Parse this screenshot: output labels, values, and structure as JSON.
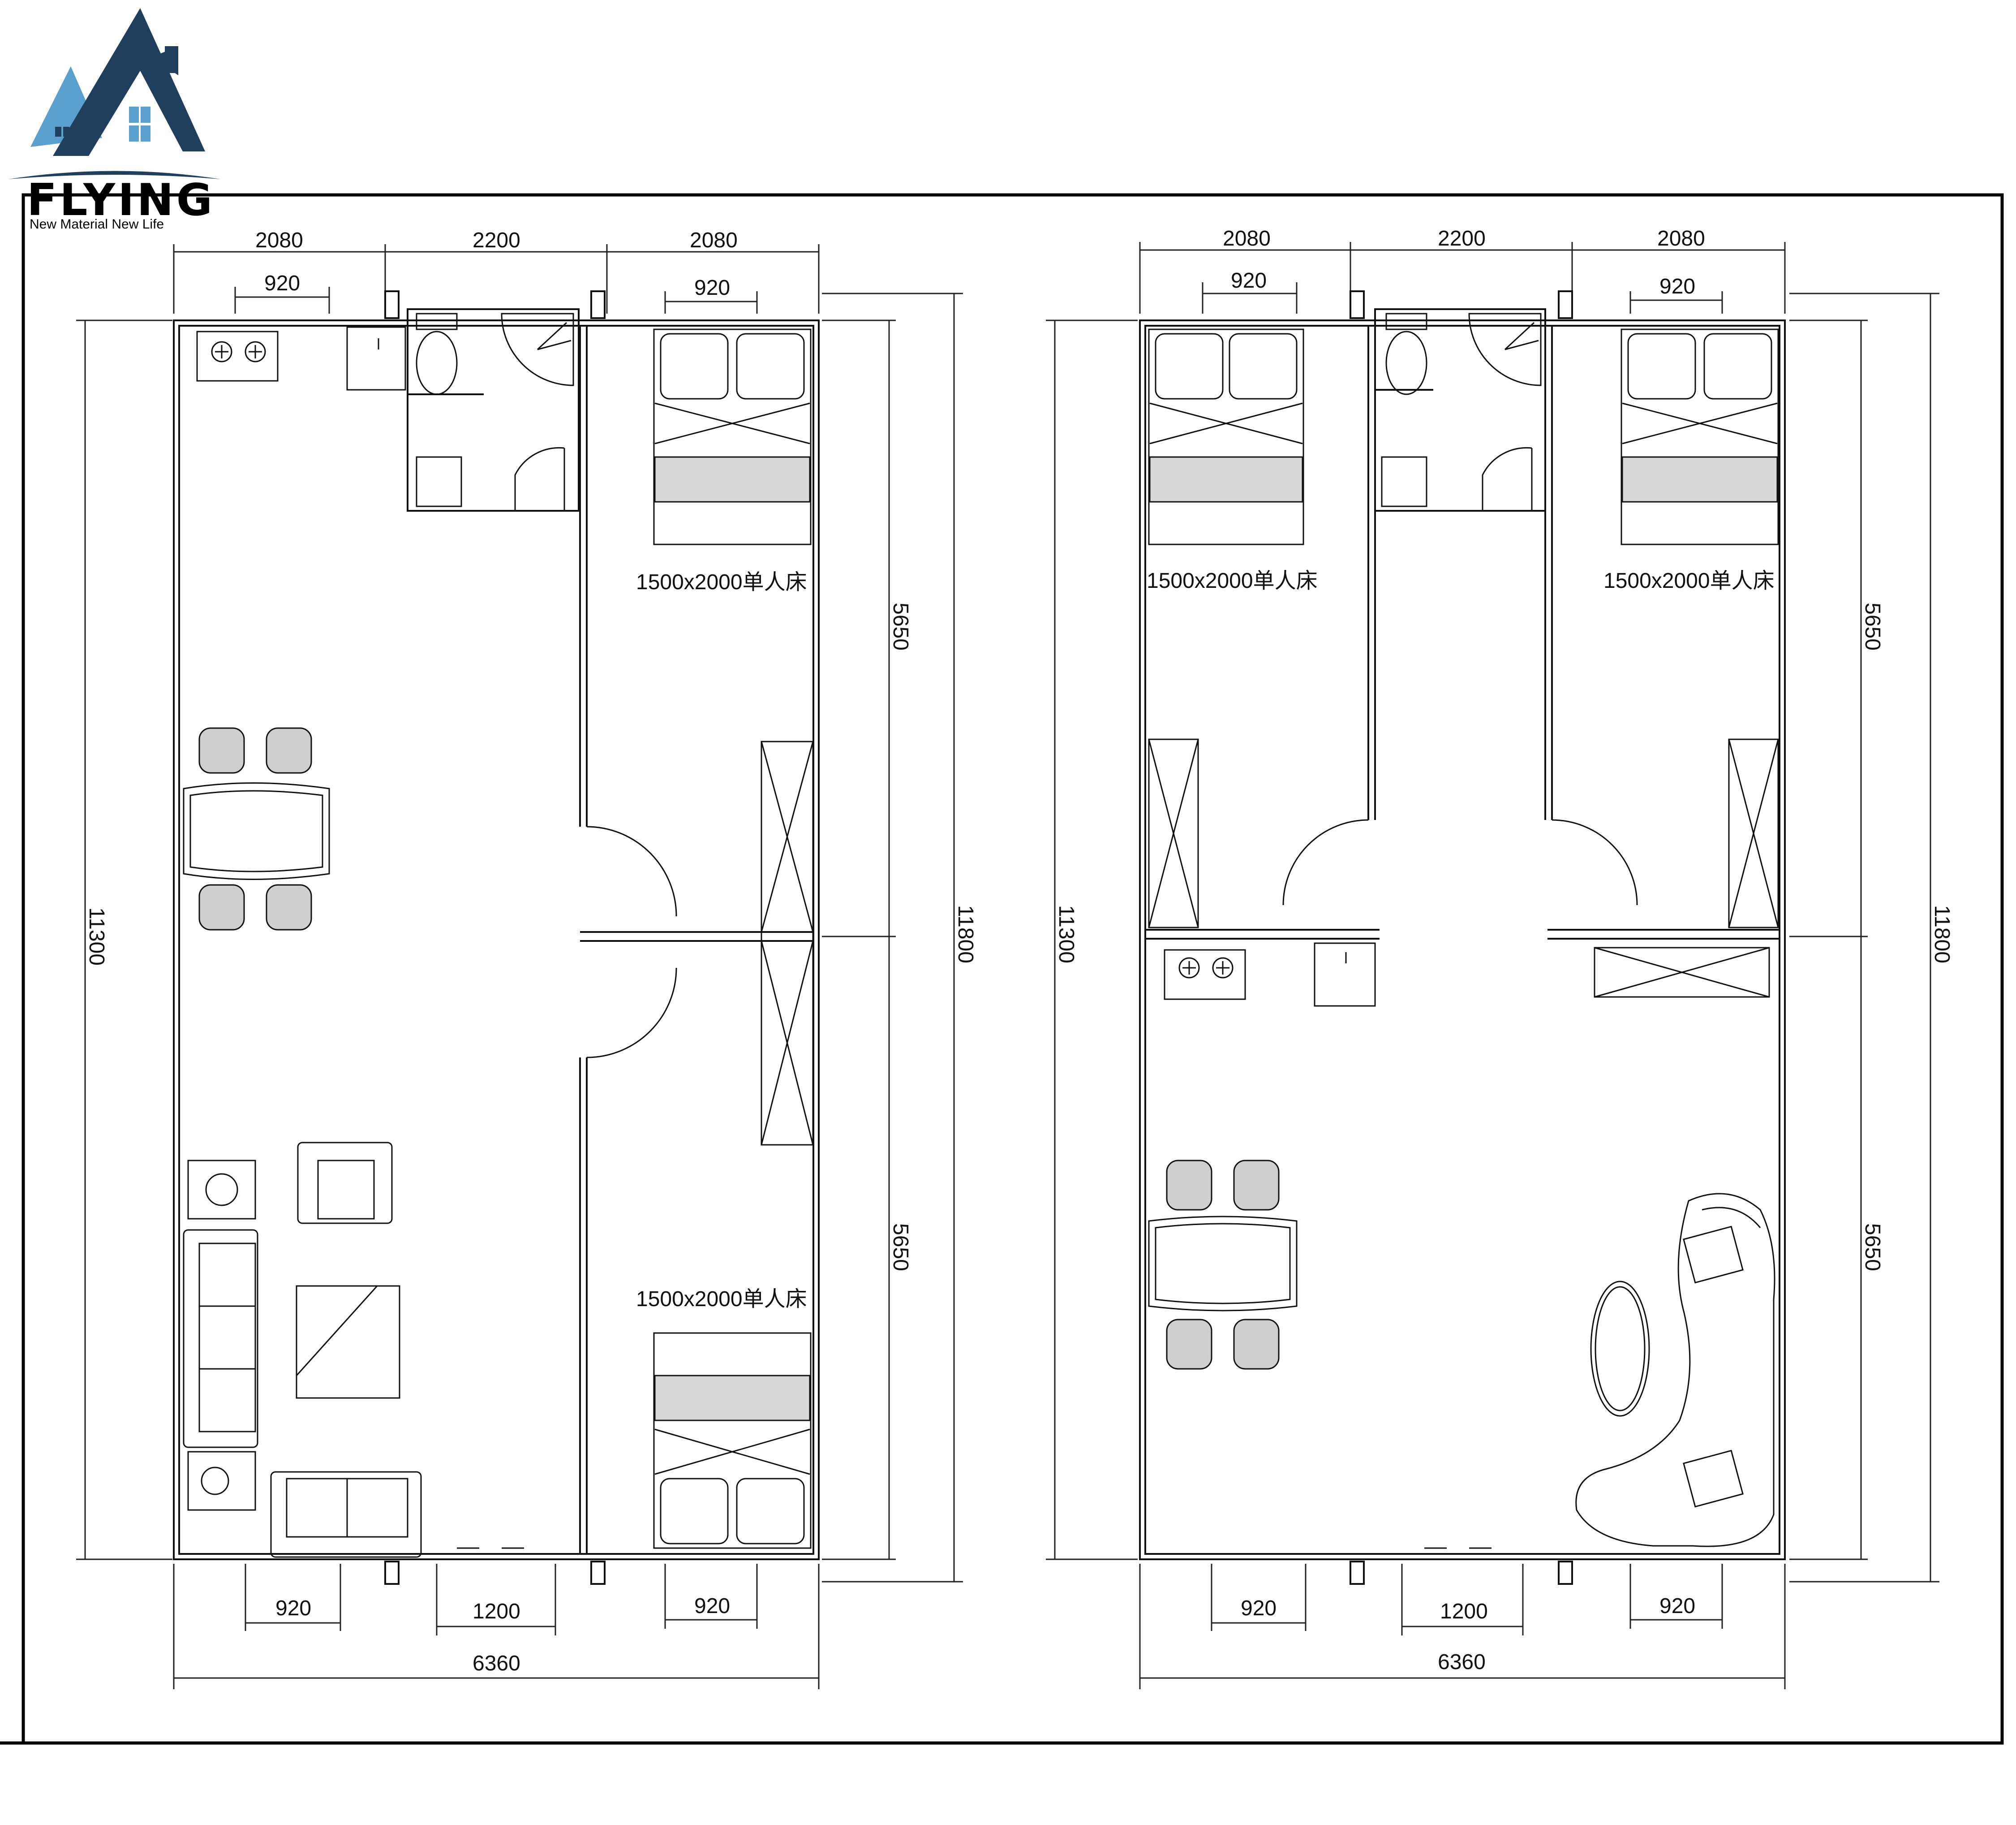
{
  "brand": {
    "name": "FLYING",
    "tagline": "New Material New Life",
    "colors": {
      "roof_dark": "#1f3f5c",
      "roof_light": "#5aa0cf",
      "text": "#000000"
    }
  },
  "plans": [
    {
      "id": "left",
      "dims": {
        "top_segments": [
          "2080",
          "2200",
          "2080"
        ],
        "top_windows": [
          "920",
          "920"
        ],
        "left_total": "11300",
        "right_total": "11800",
        "right_upper": "5650",
        "right_lower": "5650",
        "bottom_windows": [
          "920",
          "1200",
          "920"
        ],
        "bottom_total": "6360"
      },
      "bed_labels": [
        "1500x2000单人床",
        "1500x2000单人床"
      ]
    },
    {
      "id": "right",
      "dims": {
        "top_segments": [
          "2080",
          "2200",
          "2080"
        ],
        "top_windows": [
          "920",
          "920"
        ],
        "left_total": "11300",
        "right_total": "11800",
        "right_upper": "5650",
        "right_lower": "5650",
        "bottom_windows": [
          "920",
          "1200",
          "920"
        ],
        "bottom_total": "6360"
      },
      "bed_labels": [
        "1500x2000单人床",
        "1500x2000单人床"
      ]
    }
  ]
}
